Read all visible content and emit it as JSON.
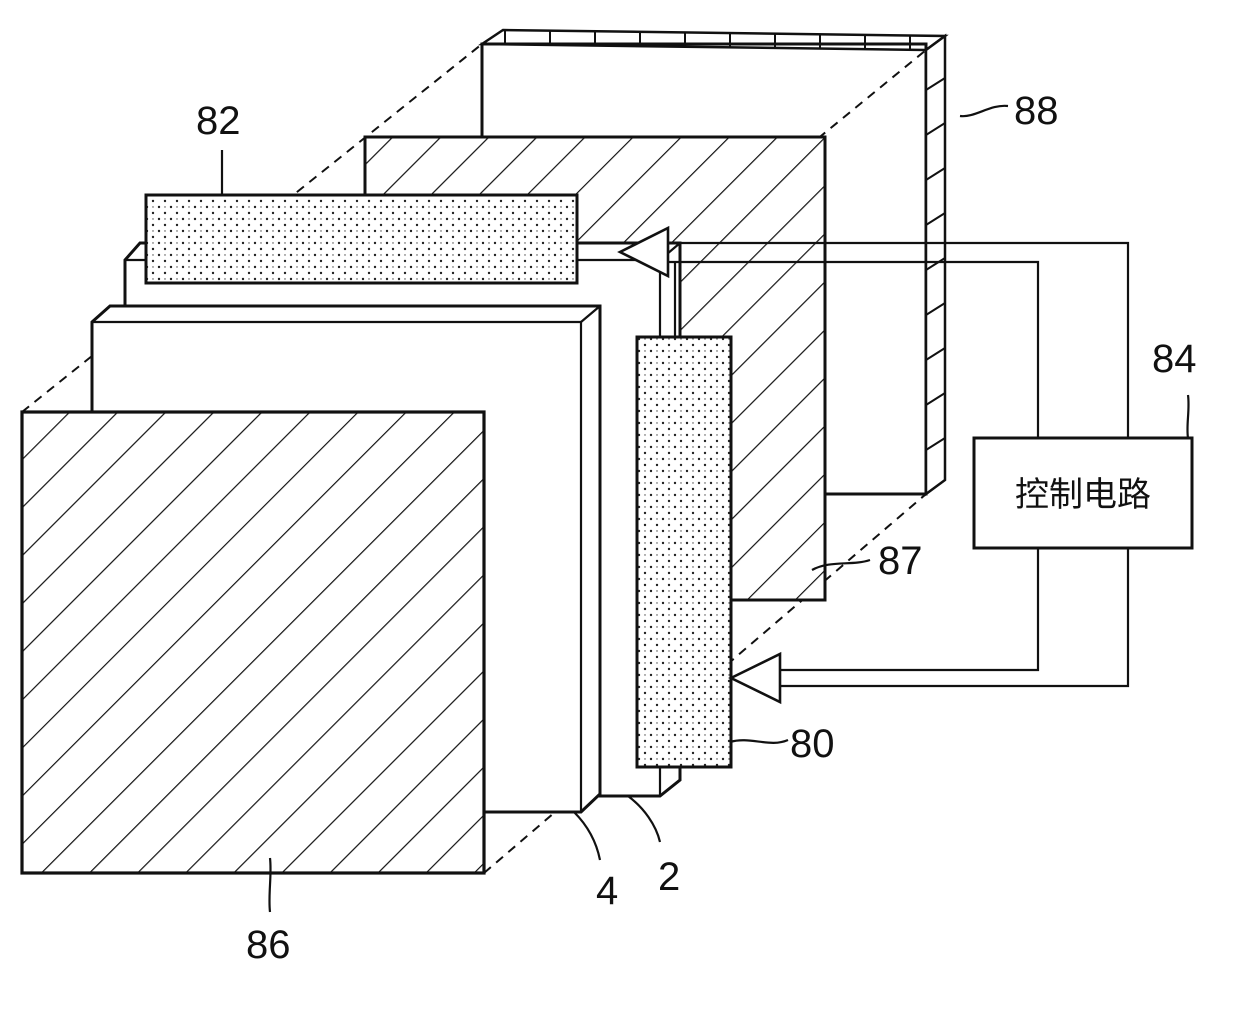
{
  "figure": {
    "labels": {
      "l88": "88",
      "l82": "82",
      "l84": "84",
      "l87": "87",
      "l80": "80",
      "l4": "4",
      "l2": "2",
      "l86": "86"
    },
    "control_circuit": {
      "label": "控制电路"
    }
  }
}
